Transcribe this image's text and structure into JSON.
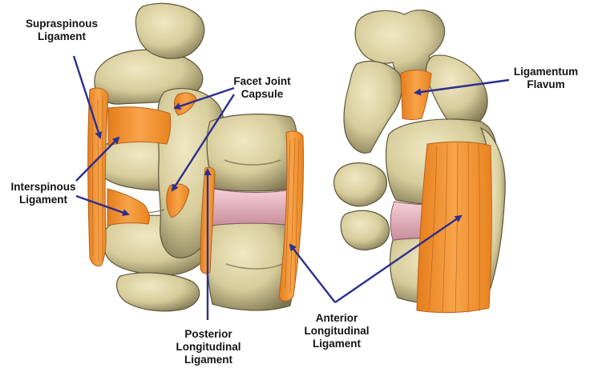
{
  "labels": {
    "supraspinous": "Supraspinous\nLigament",
    "facet_joint": "Facet Joint\nCapsule",
    "interspinous": "Interspinous\nLigament",
    "posterior_longitudinal": "Posterior\nLongitudinal\nLigament",
    "anterior_longitudinal": "Anterior\nLongitudinal\nLigament",
    "ligamentum_flavum": "Ligamentum\nFlavum"
  },
  "colors": {
    "bone": "#d8cfa0",
    "bone_dark": "#6f6844",
    "ligament": "#f6922e",
    "disc": "#ebb4c0",
    "arrow": "#2b2f8f"
  }
}
